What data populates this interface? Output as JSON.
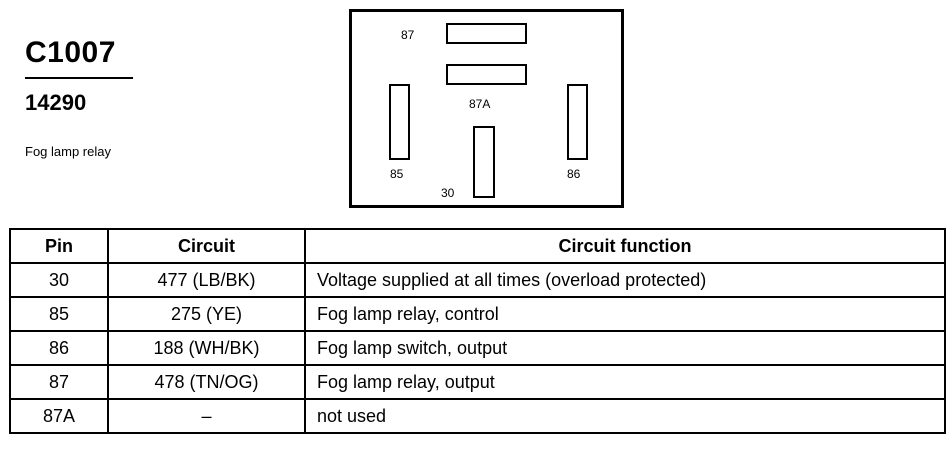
{
  "connector": {
    "id": "C1007",
    "part_number": "14290",
    "description": "Fog lamp relay"
  },
  "diagram": {
    "pins": {
      "p87": "87",
      "p87a": "87A",
      "p85": "85",
      "p86": "86",
      "p30": "30"
    }
  },
  "table": {
    "headers": {
      "pin": "Pin",
      "circuit": "Circuit",
      "function": "Circuit function"
    },
    "rows": [
      {
        "pin": "30",
        "circuit": "477 (LB/BK)",
        "function": "Voltage supplied at all times (overload protected)"
      },
      {
        "pin": "85",
        "circuit": "275 (YE)",
        "function": "Fog lamp relay, control"
      },
      {
        "pin": "86",
        "circuit": "188 (WH/BK)",
        "function": "Fog lamp switch, output"
      },
      {
        "pin": "87",
        "circuit": "478 (TN/OG)",
        "function": "Fog lamp relay, output"
      },
      {
        "pin": "87A",
        "circuit": "–",
        "function": "not used"
      }
    ]
  }
}
